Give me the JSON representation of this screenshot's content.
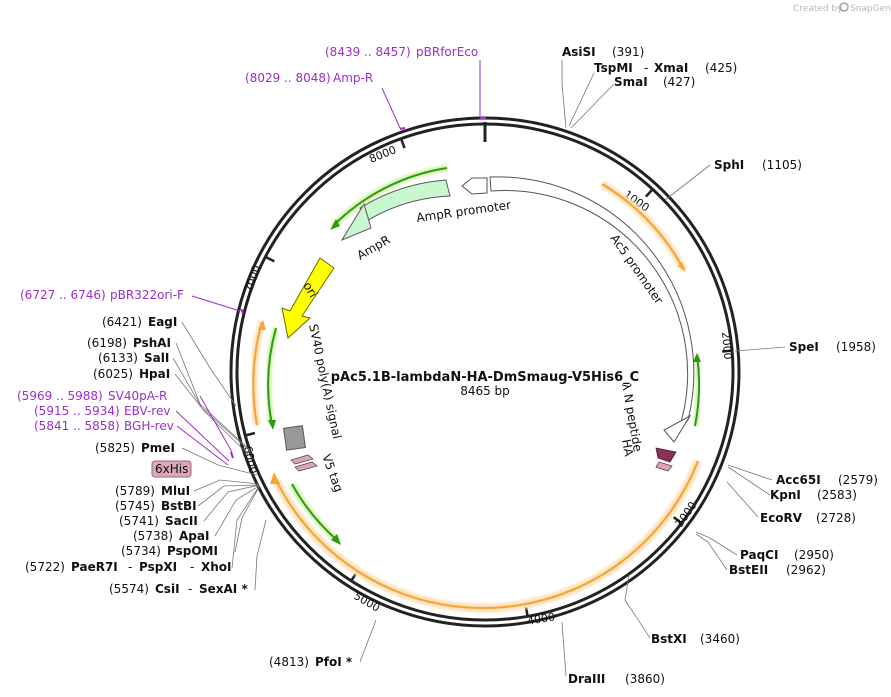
{
  "credit": {
    "text": "Created by",
    "brand": "SnapGene"
  },
  "plasmid": {
    "name": "pAc5.1B-lambdaN-HA-DmSmaug-V5His6_C",
    "size": "8465 bp"
  },
  "tick_labels": [
    "1000",
    "2000",
    "3000",
    "4000",
    "5000",
    "6000",
    "7000",
    "8000"
  ],
  "enzymes": [
    {
      "name": "AsiSI",
      "pos": "(391)"
    },
    {
      "name": "TspMI",
      "pos": "(425)",
      "pair": "XmaI"
    },
    {
      "name": "SmaI",
      "pos": "(427)"
    },
    {
      "name": "SphI",
      "pos": "(1105)"
    },
    {
      "name": "SpeI",
      "pos": "(1958)"
    },
    {
      "name": "Acc65I",
      "pos": "(2579)"
    },
    {
      "name": "KpnI",
      "pos": "(2583)"
    },
    {
      "name": "EcoRV",
      "pos": "(2728)"
    },
    {
      "name": "PaqCI",
      "pos": "(2950)"
    },
    {
      "name": "BstEII",
      "pos": "(2962)"
    },
    {
      "name": "BstXI",
      "pos": "(3460)"
    },
    {
      "name": "DraIII",
      "pos": "(3860)"
    },
    {
      "name": "PfoI *",
      "pos": "(4813)"
    },
    {
      "name": "CsiI",
      "pos": "(5574)",
      "pair": "SexAI *"
    },
    {
      "name": "PaeR7I",
      "pos": "(5722)",
      "pair": "PspXI",
      "pair2": "XhoI"
    },
    {
      "name": "PspOMI",
      "pos": "(5734)"
    },
    {
      "name": "ApaI",
      "pos": "(5738)"
    },
    {
      "name": "SacII",
      "pos": "(5741)"
    },
    {
      "name": "BstBI",
      "pos": "(5745)"
    },
    {
      "name": "MluI",
      "pos": "(5789)"
    },
    {
      "name": "PmeI",
      "pos": "(5825)"
    },
    {
      "name": "HpaI",
      "pos": "(6025)"
    },
    {
      "name": "SalI",
      "pos": "(6133)"
    },
    {
      "name": "PshAI",
      "pos": "(6198)"
    },
    {
      "name": "EagI",
      "pos": "(6421)"
    }
  ],
  "primers": [
    {
      "name": "pBRforEco",
      "range": "(8439 .. 8457)"
    },
    {
      "name": "Amp-R",
      "range": "(8029 .. 8048)"
    },
    {
      "name": "pBR322ori-F",
      "range": "(6727 .. 6746)"
    },
    {
      "name": "SV40pA-R",
      "range": "(5969 .. 5988)"
    },
    {
      "name": "EBV-rev",
      "range": "(5915 .. 5934)"
    },
    {
      "name": "BGH-rev",
      "range": "(5841 .. 5858)"
    }
  ],
  "features": {
    "ampr_promoter": "AmpR promoter",
    "ampr": "AmpR",
    "ac5_promoter": "Ac5 promoter",
    "ori": "ori",
    "sv40": "SV40 poly(A) signal",
    "v5": "V5 tag",
    "n_peptide": "λ N peptide",
    "ha": "HA",
    "his": "6xHis"
  },
  "colors": {
    "backbone": "#222222",
    "orf": "#f5a63a",
    "orf_glow": "#fbe3bf",
    "ampr_fill": "#c9f7cf",
    "green_arrow": "#2e9a12",
    "green_glow": "#d6f5b2",
    "ori_fill": "#ffff00",
    "primer": "#9b30c8",
    "ha": "#8a2f57",
    "v5": "#d8a7b8",
    "his_badge": "#dba8b8"
  }
}
